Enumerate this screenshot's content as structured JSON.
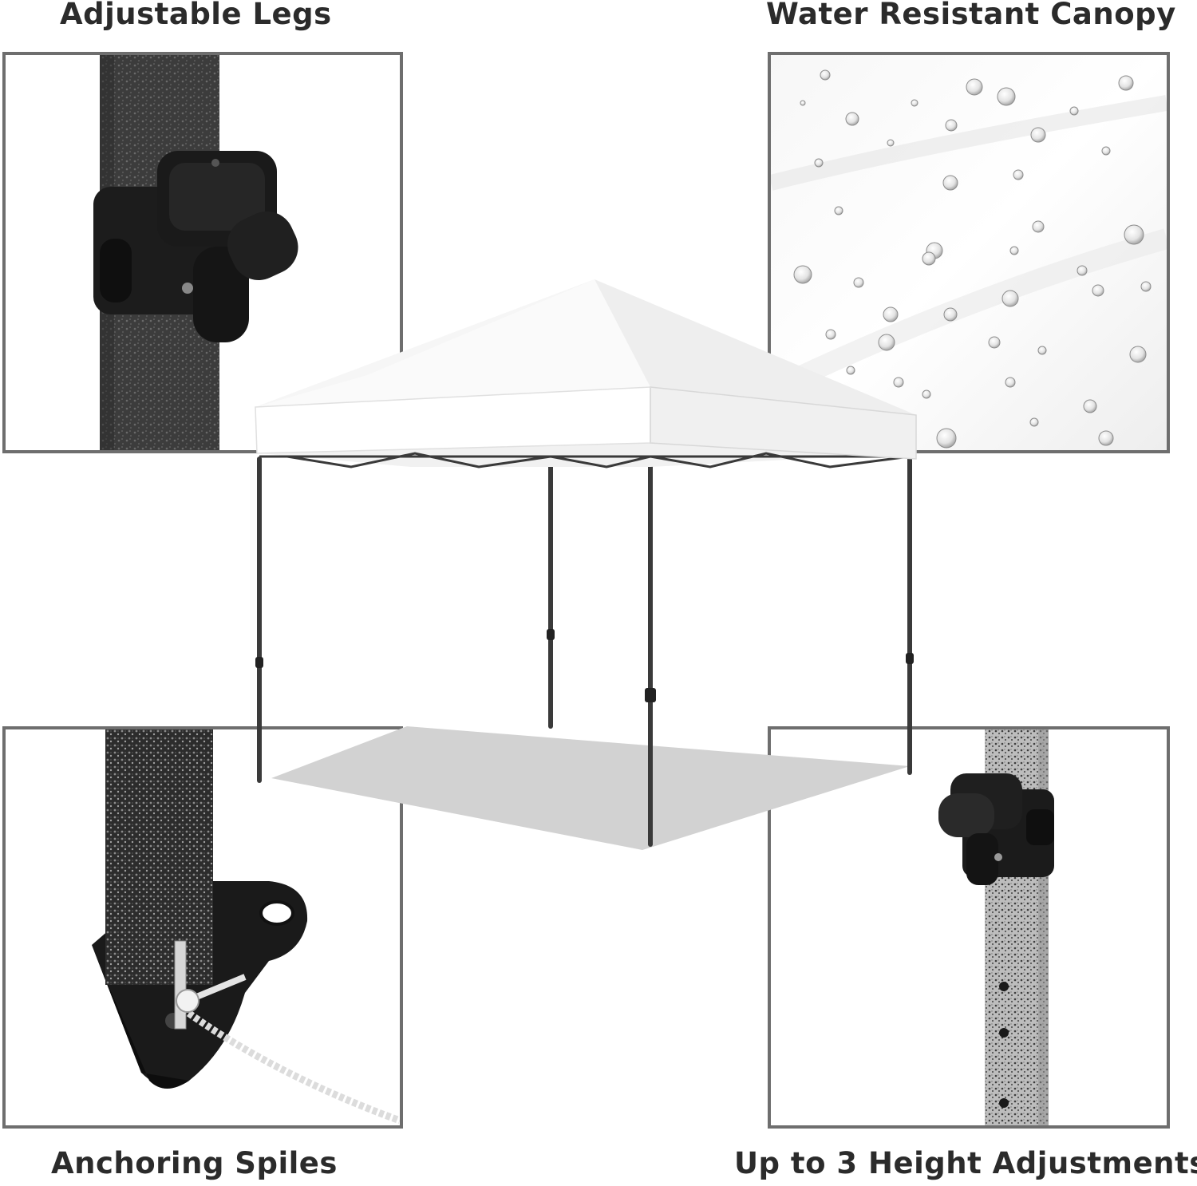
{
  "features": {
    "adjustable_legs": "Adjustable Legs",
    "water_resistant": "Water Resistant Canopy",
    "anchoring": "Anchoring Spiles",
    "height": "Up to 3 Height Adjustments"
  },
  "colors": {
    "label_text": "#2b2b2b",
    "panel_border": "#6e6e6e",
    "canopy_fabric": "#ffffff",
    "frame_metal": "#3a3a3a"
  },
  "icons": [
    "leg-clamp-icon",
    "water-drop-icon",
    "anchor-foot-icon",
    "height-clamp-icon"
  ]
}
